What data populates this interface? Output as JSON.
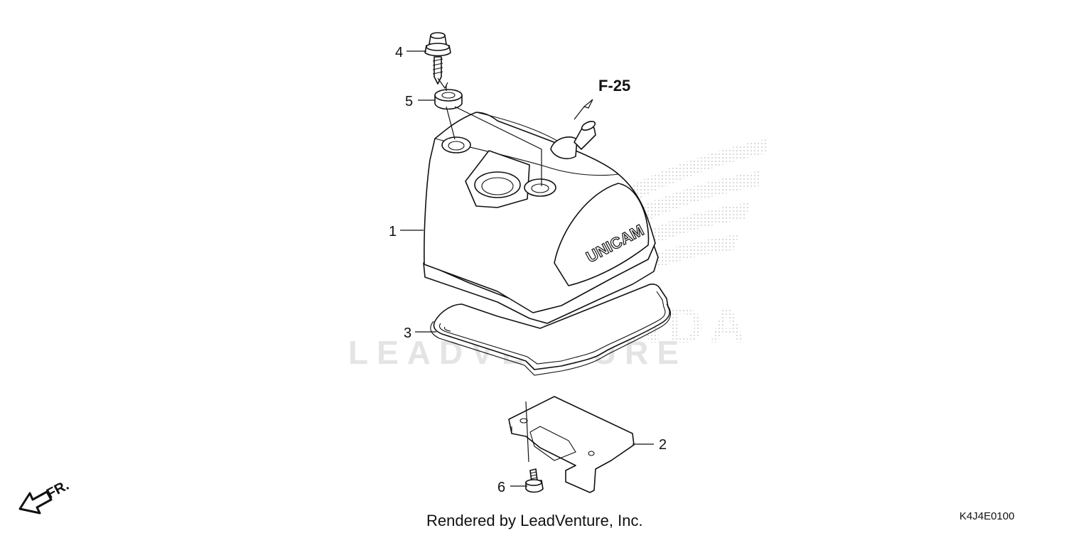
{
  "diagram": {
    "callouts": [
      "1",
      "2",
      "3",
      "4",
      "5",
      "6"
    ],
    "reference_label": "F-25",
    "front_label": "FR.",
    "cover_logo_text": "UNICAM",
    "watermark_text": "LEADVENTURE",
    "brand_mark": "HONDA",
    "footer_text": "Rendered by LeadVenture, Inc.",
    "diagram_code": "K4J4E0100"
  }
}
